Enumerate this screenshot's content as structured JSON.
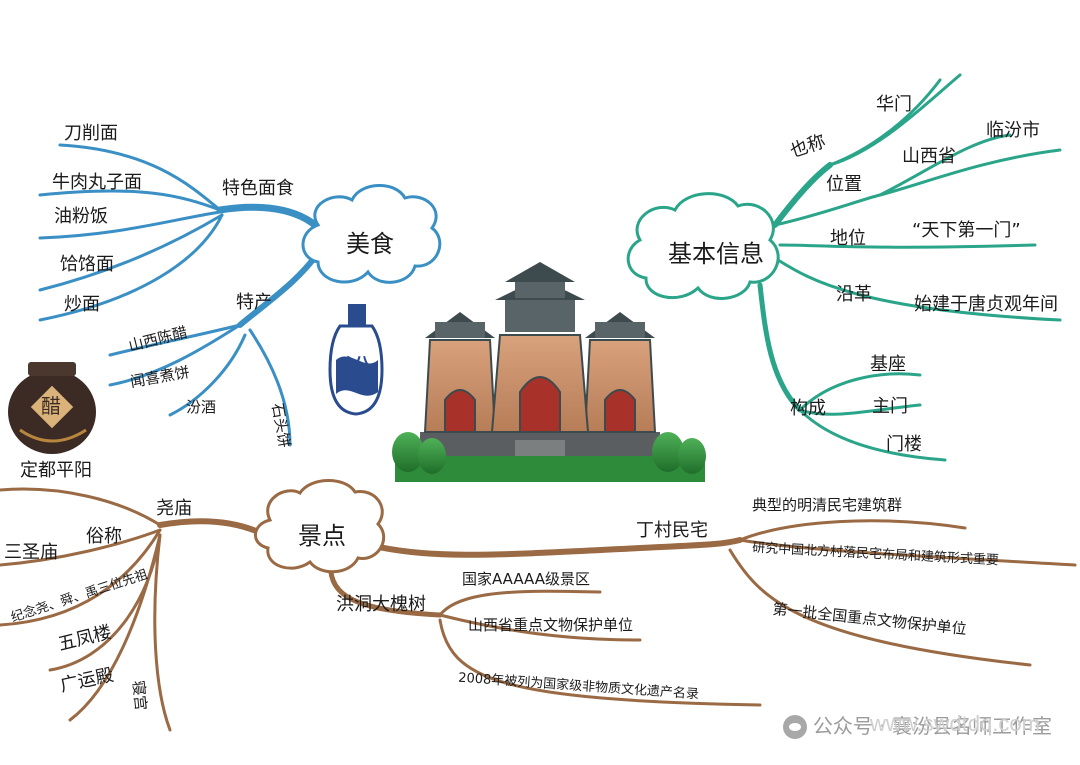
{
  "center": {
    "label": "景点"
  },
  "meishi": {
    "label": "美食",
    "face_label": "特色面食",
    "face_items": [
      "刀削面",
      "牛肉丸子面",
      "油粉饭",
      "饸饹面",
      "炒面"
    ],
    "specialty_label": "特产",
    "specialty_items": [
      "山西陈醋",
      "闻喜煮饼",
      "汾酒",
      "石头饼"
    ],
    "wine_char": "汾",
    "jar_char": "醋"
  },
  "jiben": {
    "label": "基本信息",
    "alias_label": "也称",
    "alias_value": "华门",
    "location_label": "位置",
    "location_province": "山西省",
    "location_city": "临汾市",
    "status_label": "地位",
    "status_value": "“天下第一门”",
    "history_label": "沿革",
    "history_value": "始建于唐贞观年间",
    "parts_label": "构成",
    "parts_items": [
      "基座",
      "主门",
      "门楼"
    ]
  },
  "yaomiao": {
    "label": "尧庙",
    "capital": "定都平阳",
    "common_name_label": "俗称",
    "common_name_value": "三圣庙",
    "worship": "纪念尧、舜、禹三位先祖",
    "buildings": [
      "五凤楼",
      "广运殿",
      "寝宫"
    ]
  },
  "dacaishu": {
    "label": "洪洞大槐树",
    "items": [
      "国家AAAAA级景区",
      "山西省重点文物保护单位",
      "2008年被列为国家级非物质文化遗产名录"
    ]
  },
  "dingcun": {
    "label": "丁村民宅",
    "items": [
      "典型的明清民宅建筑群",
      "研究中国北方村落民宅布局和建筑形式重要",
      "第一批全国重点文物保护单位"
    ]
  },
  "watermark": "公众号 · 襄汾县名师工作室",
  "watermark_url": "www.swdtdq.com",
  "colors": {
    "food": "#3a8fc4",
    "info": "#2aa58a",
    "spots": "#9a6a44",
    "wall": "#c99570",
    "roof": "#3d4a4e",
    "tree": "#2e8b3a"
  }
}
